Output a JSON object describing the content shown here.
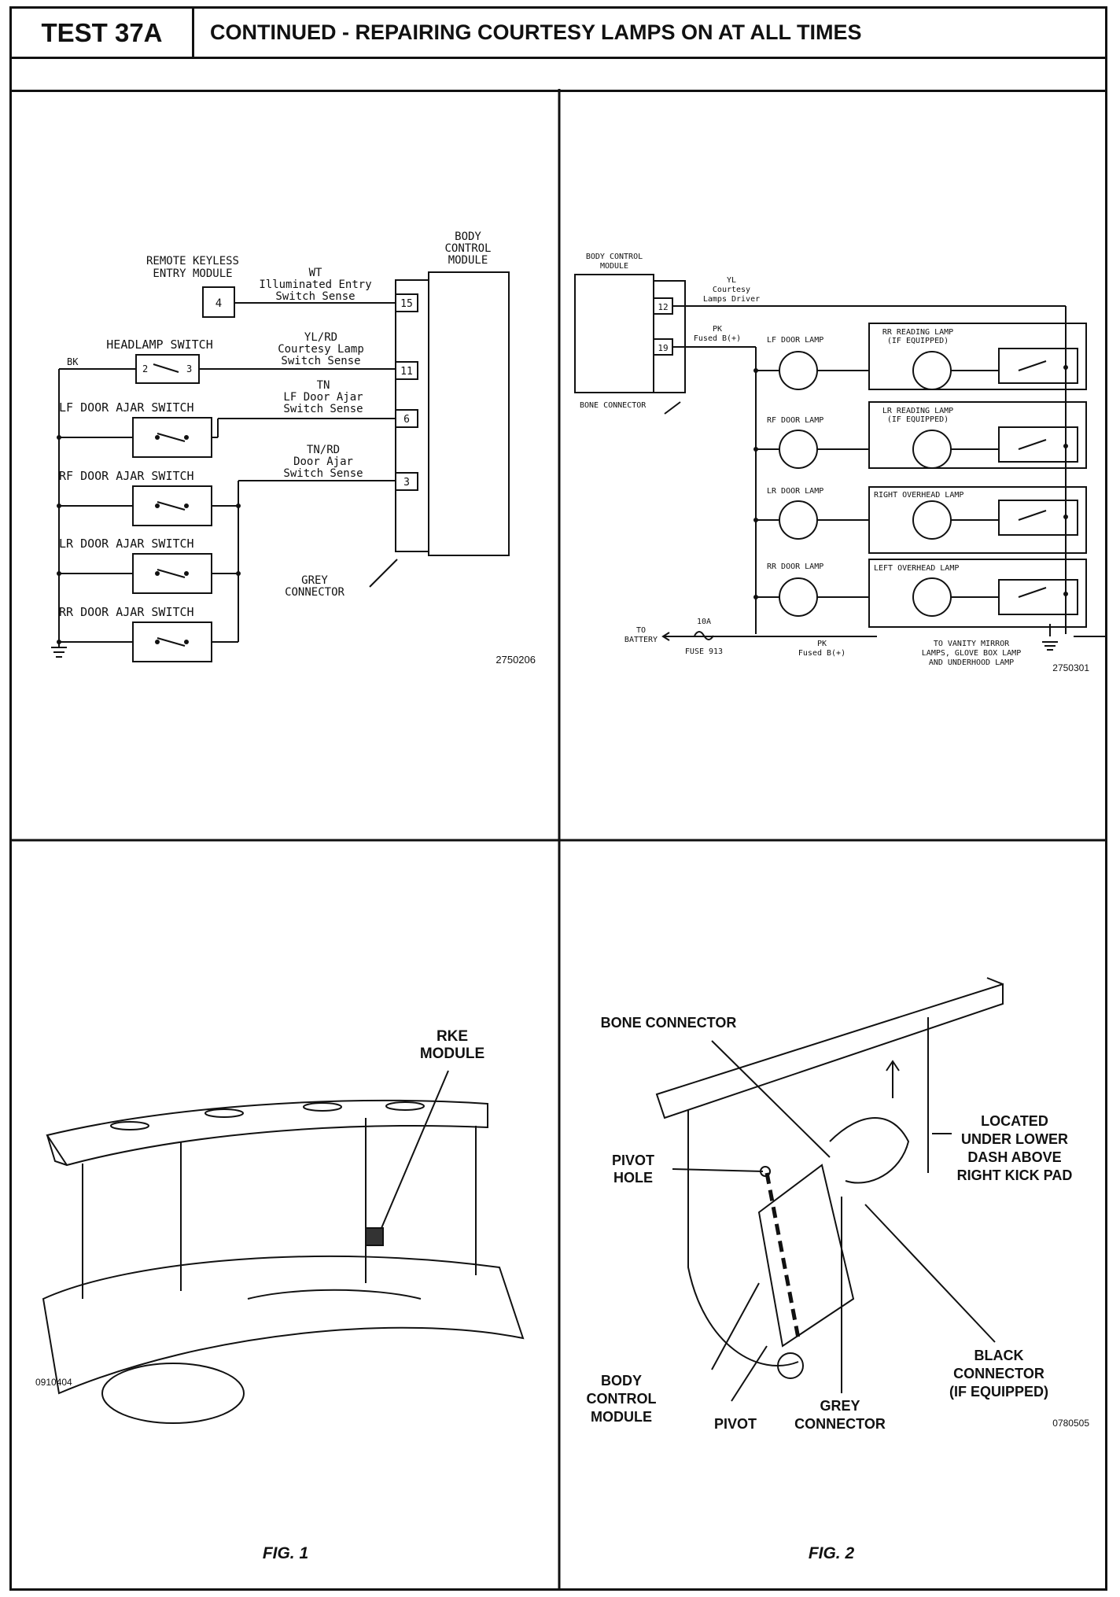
{
  "header": {
    "test_id": "TEST 37A",
    "title": "CONTINUED - REPAIRING COURTESY LAMPS ON AT ALL TIMES"
  },
  "diagram1": {
    "bcm_label": [
      "BODY",
      "CONTROL",
      "MODULE"
    ],
    "rke_label": [
      "REMOTE KEYLESS",
      "ENTRY MODULE"
    ],
    "rke_pin": "4",
    "headlamp_switch": "HEADLAMP SWITCH",
    "headlamp_pins": [
      "2",
      "3"
    ],
    "bk": "BK",
    "switches": [
      "LF DOOR AJAR SWITCH",
      "RF DOOR AJAR SWITCH",
      "LR DOOR AJAR SWITCH",
      "RR DOOR AJAR SWITCH"
    ],
    "circuits": [
      {
        "color": "WT",
        "l1": "Illuminated Entry",
        "l2": "Switch Sense",
        "pin": "15"
      },
      {
        "color": "YL/RD",
        "l1": "Courtesy Lamp",
        "l2": "Switch Sense",
        "pin": "11"
      },
      {
        "color": "TN",
        "l1": "LF Door Ajar",
        "l2": "Switch Sense",
        "pin": "6"
      },
      {
        "color": "TN/RD",
        "l1": "Door Ajar",
        "l2": "Switch Sense",
        "pin": "3"
      }
    ],
    "grey_connector": [
      "GREY",
      "CONNECTOR"
    ],
    "fig_number": "2750206"
  },
  "diagram2": {
    "bcm_label": [
      "BODY CONTROL",
      "MODULE"
    ],
    "pins": [
      "12",
      "19"
    ],
    "yl": [
      "YL",
      "Courtesy",
      "Lamps Driver"
    ],
    "pk": [
      "PK",
      "Fused B(+)"
    ],
    "bone_connector": "BONE CONNECTOR",
    "door_lamps": [
      "LF DOOR LAMP",
      "RF DOOR LAMP",
      "LR DOOR LAMP",
      "RR DOOR LAMP"
    ],
    "reading_lamps": [
      {
        "l1": "RR READING LAMP",
        "l2": "(IF EQUIPPED)"
      },
      {
        "l1": "LR READING LAMP",
        "l2": "(IF EQUIPPED)"
      },
      {
        "l1": "RIGHT OVERHEAD LAMP",
        "l2": ""
      },
      {
        "l1": "LEFT OVERHEAD LAMP",
        "l2": ""
      }
    ],
    "battery": [
      "TO",
      "BATTERY"
    ],
    "fuse_rating": "10A",
    "fuse": "FUSE 913",
    "pk_bottom": [
      "PK",
      "Fused B(+)"
    ],
    "vanity": [
      "TO VANITY MIRROR",
      "LAMPS, GLOVE BOX LAMP",
      "AND UNDERHOOD LAMP"
    ],
    "fig_number": "2750301"
  },
  "fig1": {
    "callout": [
      "RKE",
      "MODULE"
    ],
    "fig_number": "0910404",
    "caption": "FIG. 1"
  },
  "fig2": {
    "bone_connector": "BONE CONNECTOR",
    "pivot_hole": [
      "PIVOT",
      "HOLE"
    ],
    "located": [
      "LOCATED",
      "UNDER LOWER",
      "DASH ABOVE",
      "RIGHT KICK PAD"
    ],
    "bcm": [
      "BODY",
      "CONTROL",
      "MODULE"
    ],
    "pivot": "PIVOT",
    "grey": [
      "GREY",
      "CONNECTOR"
    ],
    "black": [
      "BLACK",
      "CONNECTOR",
      "(IF EQUIPPED)"
    ],
    "fig_number": "0780505",
    "caption": "FIG. 2"
  }
}
